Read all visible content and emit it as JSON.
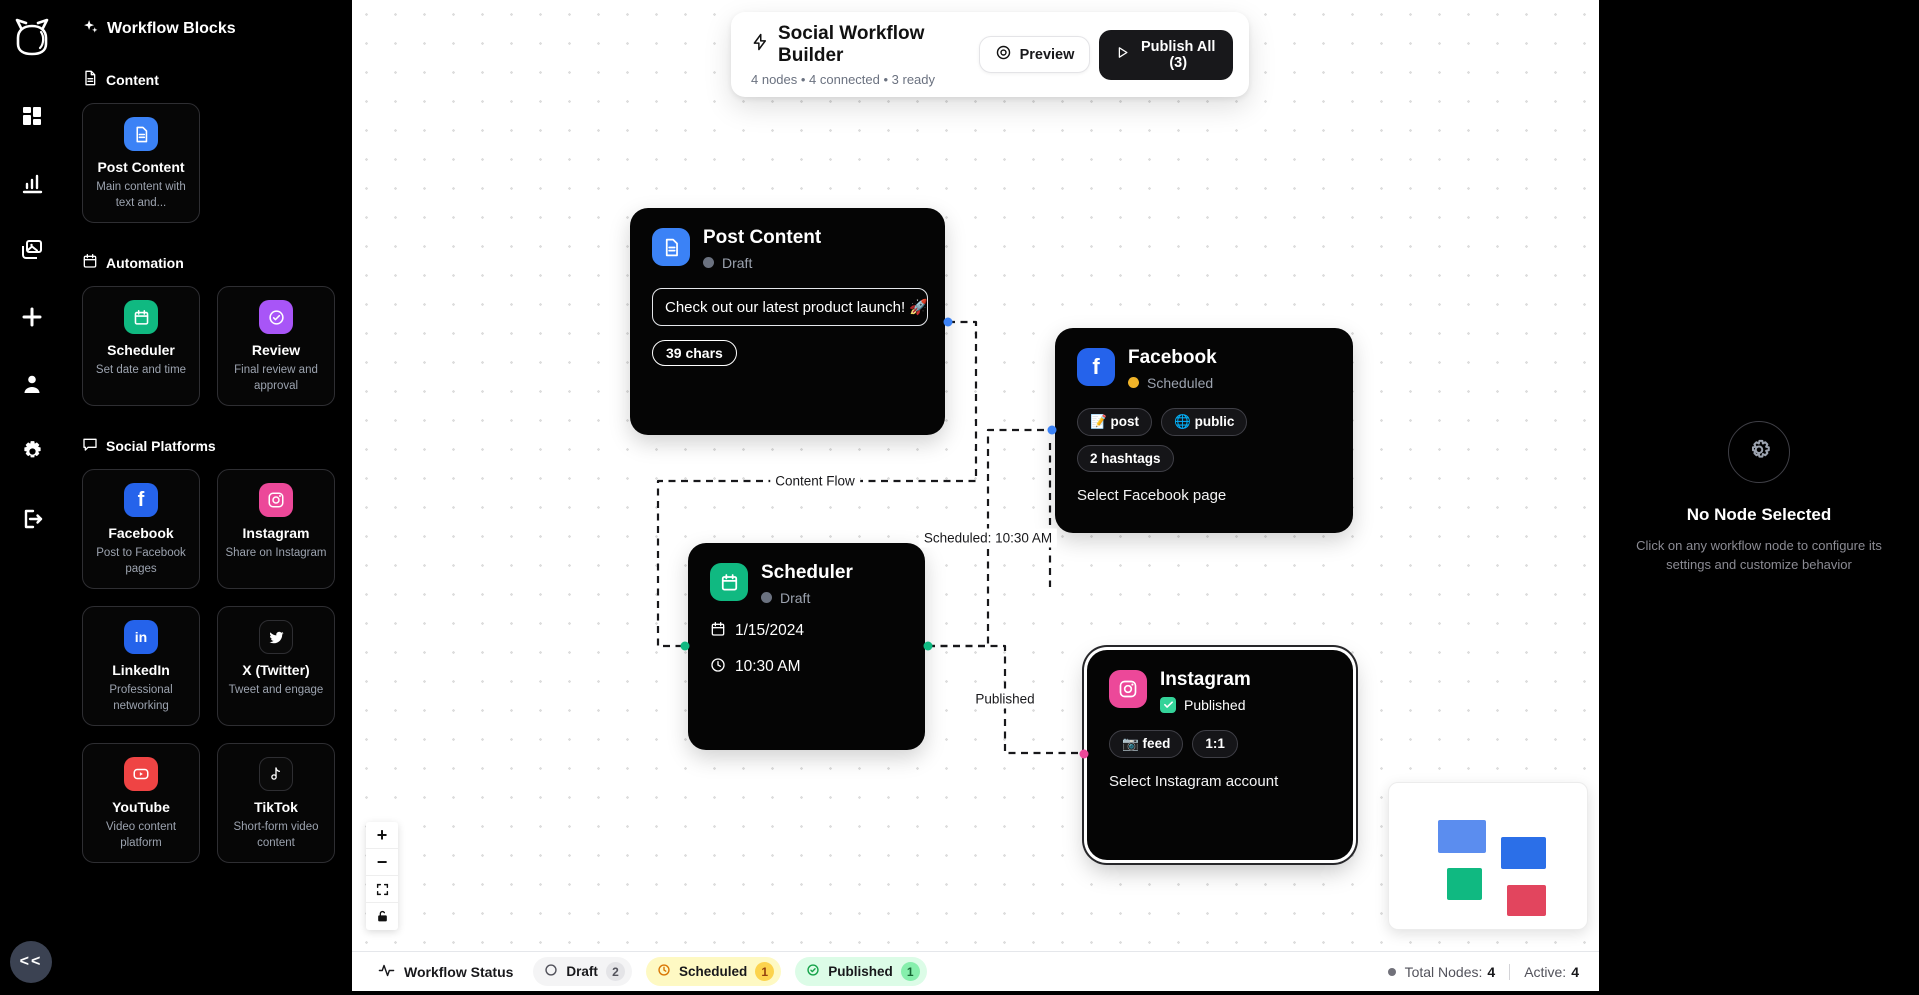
{
  "colors": {
    "accent_blue": "#3b82f6",
    "facebook_blue": "#2563eb",
    "instagram_pink": "#ec4899",
    "scheduler_green": "#10b981",
    "review_purple": "#a855f7",
    "youtube_red": "#ef4444",
    "status_draft": "#6b7280",
    "status_scheduled": "#f0b429",
    "status_published": "#34d399",
    "minimap_post_content": "#5b8def",
    "minimap_facebook": "#2b6fe8",
    "minimap_scheduler": "#10b981",
    "minimap_instagram": "#e2455e"
  },
  "rail": {
    "collapse_label": "<<"
  },
  "blocks_panel": {
    "title": "Workflow Blocks",
    "sections": [
      {
        "label": "Content",
        "items": [
          {
            "title": "Post Content",
            "desc": "Main content with text and..."
          }
        ]
      },
      {
        "label": "Automation",
        "items": [
          {
            "title": "Scheduler",
            "desc": "Set date and time"
          },
          {
            "title": "Review",
            "desc": "Final review and approval"
          }
        ]
      },
      {
        "label": "Social Platforms",
        "items": [
          {
            "title": "Facebook",
            "desc": "Post to Facebook pages"
          },
          {
            "title": "Instagram",
            "desc": "Share on Instagram"
          },
          {
            "title": "LinkedIn",
            "desc": "Professional networking"
          },
          {
            "title": "X (Twitter)",
            "desc": "Tweet and engage"
          },
          {
            "title": "YouTube",
            "desc": "Video content platform"
          },
          {
            "title": "TikTok",
            "desc": "Short-form video content"
          }
        ]
      }
    ]
  },
  "header": {
    "title": "Social Workflow Builder",
    "stats": "4 nodes • 4 connected • 3 ready",
    "preview_label": "Preview",
    "publish_label": "Publish All (3)"
  },
  "canvas": {
    "nodes": {
      "post_content": {
        "title": "Post Content",
        "status": "Draft",
        "content": "Check out our latest product launch! 🚀",
        "char_count": "39 chars"
      },
      "facebook": {
        "title": "Facebook",
        "status": "Scheduled",
        "badges": [
          "📝 post",
          "🌐 public",
          "2 hashtags"
        ],
        "hint": "Select Facebook page"
      },
      "scheduler": {
        "title": "Scheduler",
        "status": "Draft",
        "date": "1/15/2024",
        "time": "10:30 AM"
      },
      "instagram": {
        "title": "Instagram",
        "status": "Published",
        "badges": [
          "📷 feed",
          "1:1"
        ],
        "hint": "Select Instagram account"
      }
    },
    "edge_labels": {
      "content_flow": "Content Flow",
      "scheduled": "Scheduled: 10:30 AM",
      "published": "Published"
    },
    "controls": {
      "zoom_in": "+",
      "zoom_out": "−"
    }
  },
  "inspector": {
    "title": "No Node Selected",
    "description": "Click on any workflow node to configure its settings and customize behavior"
  },
  "statusbar": {
    "label": "Workflow Status",
    "pills": [
      {
        "label": "Draft",
        "count": "2"
      },
      {
        "label": "Scheduled",
        "count": "1"
      },
      {
        "label": "Published",
        "count": "1"
      }
    ],
    "total_label": "Total Nodes:",
    "total_value": "4",
    "active_label": "Active:",
    "active_value": "4"
  }
}
